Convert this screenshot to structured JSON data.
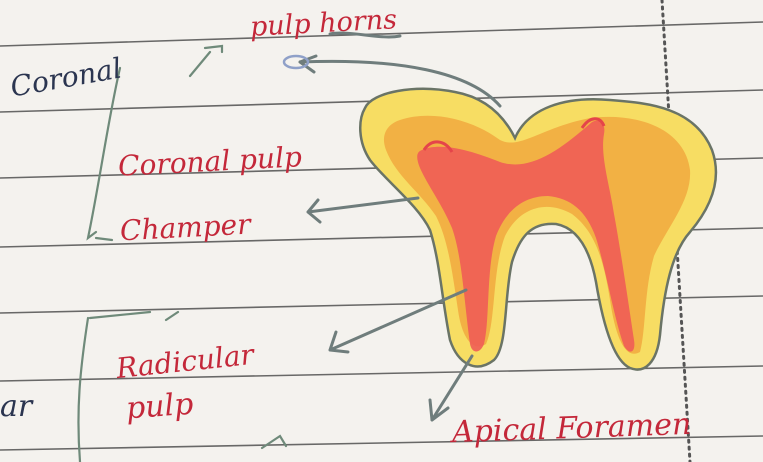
{
  "labels": {
    "pulp_horns": "pulp horns",
    "coronal": "Coronal",
    "coronal_pulp": "Coronal pulp",
    "chamber": "Champer",
    "radicular_pulp_line1": "Radicular",
    "radicular_pulp_line2": "pulp",
    "apical_foramen": "Apical Foramen",
    "edge_fragment": "ar"
  },
  "colors": {
    "paper": "#f4f2ee",
    "ruled_line": "#3a3a3a",
    "label_red": "#c4283a",
    "label_navy": "#2b3550",
    "bracket_green": "#6f8a7a",
    "enamel_yellow": "#f7dd63",
    "dentin_orange": "#f0a13a",
    "pulp_red": "#ef5a57",
    "arrow_gray": "#6f7d7c",
    "margin_dots": "#555555"
  }
}
